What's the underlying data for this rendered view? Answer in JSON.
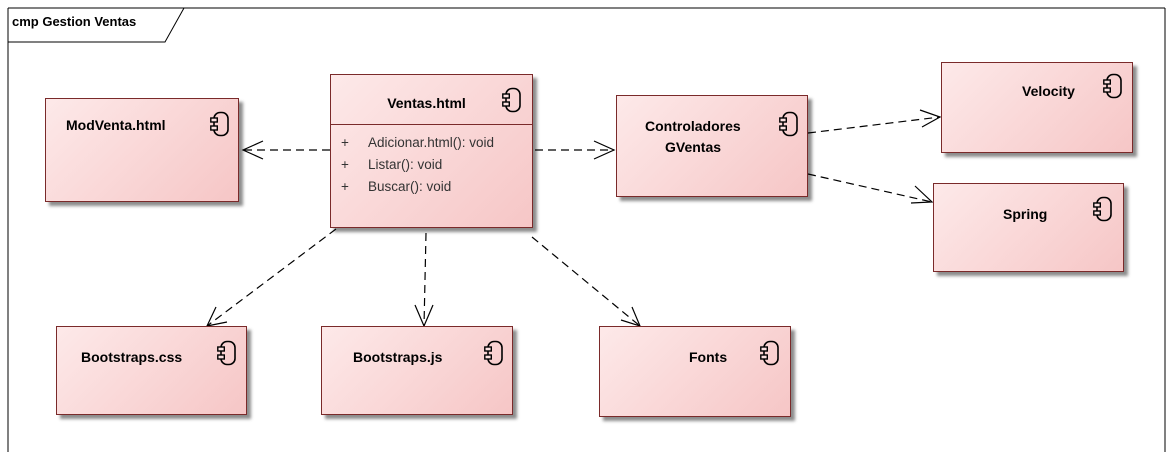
{
  "frame": {
    "label": "cmp Gestion Ventas"
  },
  "components": {
    "ventas": {
      "name": "Ventas.html",
      "operations": [
        {
          "visibility": "+",
          "signature": "Adicionar.html(): void"
        },
        {
          "visibility": "+",
          "signature": "Listar(): void"
        },
        {
          "visibility": "+",
          "signature": "Buscar(): void"
        }
      ]
    },
    "modventa": {
      "name": "ModVenta.html"
    },
    "controladores": {
      "name_line1": "Controladores",
      "name_line2": "GVentas"
    },
    "velocity": {
      "name": "Velocity"
    },
    "spring": {
      "name": "Spring"
    },
    "bootstraps_css": {
      "name": "Bootstraps.css"
    },
    "bootstraps_js": {
      "name": "Bootstraps.js"
    },
    "fonts": {
      "name": "Fonts"
    }
  },
  "colors": {
    "fill": "#f8d3d3",
    "border": "#7a2a2a",
    "line": "#000000"
  },
  "icons": {
    "component": "component-icon"
  },
  "dependencies": [
    {
      "from": "ventas",
      "to": "modventa",
      "style": "dashed-open-arrow"
    },
    {
      "from": "ventas",
      "to": "controladores",
      "style": "dashed-open-arrow"
    },
    {
      "from": "controladores",
      "to": "velocity",
      "style": "dashed-open-arrow"
    },
    {
      "from": "controladores",
      "to": "spring",
      "style": "dashed-open-arrow"
    },
    {
      "from": "ventas",
      "to": "bootstraps_css",
      "style": "dashed-open-arrow"
    },
    {
      "from": "ventas",
      "to": "bootstraps_js",
      "style": "dashed-open-arrow"
    },
    {
      "from": "ventas",
      "to": "fonts",
      "style": "dashed-open-arrow"
    }
  ]
}
